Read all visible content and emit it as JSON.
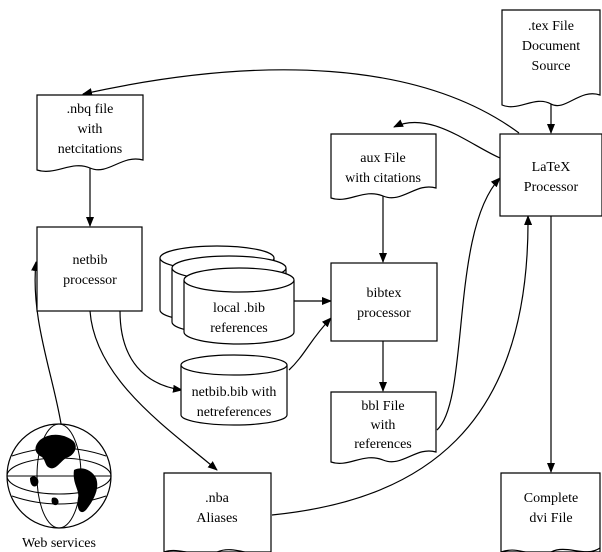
{
  "nodes": {
    "tex_source": {
      "lines": [
        ".tex File",
        "Document",
        "Source"
      ]
    },
    "nbq_file": {
      "lines": [
        ".nbq file",
        "with",
        "netcitations"
      ]
    },
    "aux_file": {
      "lines": [
        "aux File",
        "with citations"
      ]
    },
    "latex": {
      "lines": [
        "LaTeX",
        "Processor"
      ]
    },
    "netbib": {
      "lines": [
        "netbib",
        "processor"
      ]
    },
    "local_bib": {
      "lines": [
        "local .bib",
        "references"
      ]
    },
    "bibtex": {
      "lines": [
        "bibtex",
        "processor"
      ]
    },
    "netbib_bib": {
      "lines": [
        "netbib.bib with",
        "netreferences"
      ]
    },
    "bbl_file": {
      "lines": [
        "bbl File",
        "with",
        "references"
      ]
    },
    "nba": {
      "lines": [
        ".nba",
        "Aliases"
      ]
    },
    "dvi": {
      "lines": [
        "Complete",
        "dvi File"
      ]
    },
    "web": {
      "lines": [
        "Web services"
      ]
    }
  }
}
